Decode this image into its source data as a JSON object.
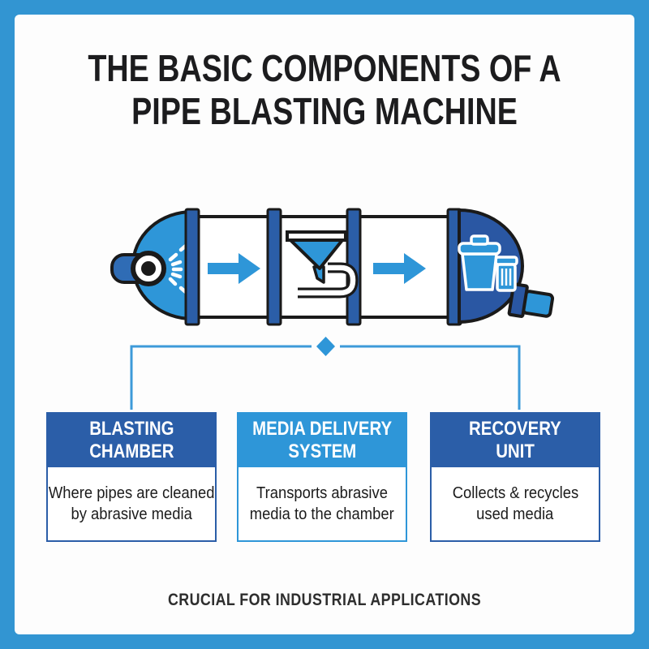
{
  "title": {
    "line1": "THE BASIC COMPONENTS OF A",
    "line2": "PIPE BLASTING MACHINE"
  },
  "machine_diagram": {
    "sections": [
      {
        "name": "blasting chamber end cap",
        "icon": "spray-nozzle-icon"
      },
      {
        "name": "media delivery section",
        "icon": "funnel-icon"
      },
      {
        "name": "recovery end cap",
        "icon": "recycle-bins-icon"
      }
    ],
    "flow_arrows": 2,
    "connector_marker": "diamond"
  },
  "cards": [
    {
      "theme": "dark-blue",
      "title": "BLASTING CHAMBER",
      "title_lines": [
        "BLASTING",
        "CHAMBER"
      ],
      "description": "Where pipes are cleaned by abrasive media",
      "description_lines": [
        "Where pipes are cleaned",
        "by abrasive media"
      ]
    },
    {
      "theme": "light-blue",
      "title": "MEDIA DELIVERY SYSTEM",
      "title_lines": [
        "MEDIA DELIVERY",
        "SYSTEM"
      ],
      "description": "Transports abrasive media to the chamber",
      "description_lines": [
        "Transports abrasive",
        "media to the chamber"
      ]
    },
    {
      "theme": "dark-blue",
      "title": "RECOVERY UNIT",
      "title_lines": [
        "RECOVERY",
        "UNIT"
      ],
      "description": "Collects & recycles used media",
      "description_lines": [
        "Collects & recycles",
        "used media"
      ]
    }
  ],
  "footer": "CRUCIAL FOR INDUSTRIAL APPLICATIONS",
  "colors": {
    "frame": "#3295D2",
    "light_blue": "#2E96D8",
    "dark_blue": "#2B5EA8",
    "right_cap_blue": "#2A57A3",
    "nozzle_blue": "#2F6CB5",
    "outline": "#1A1A1A",
    "connector": "#3D9AD9",
    "body_text": "#1B1B1B"
  }
}
